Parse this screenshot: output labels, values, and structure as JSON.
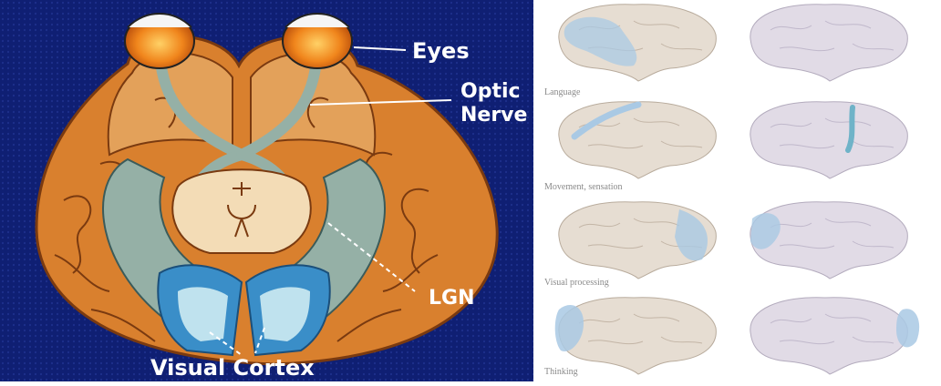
{
  "left_diagram": {
    "labels": {
      "eyes": "Eyes",
      "optic_nerve_line1": "Optic",
      "optic_nerve_line2": "Nerve",
      "lgn": "LGN",
      "visual_cortex": "Visual Cortex"
    },
    "colors": {
      "background": "#0f1f73",
      "brain": "#d9802e",
      "brain_light": "#e3a15a",
      "brainstem": "#f3dcb6",
      "tract": "#95b0a6",
      "cortex_blue": "#3a8ec8",
      "cortex_light": "#bfe2ee",
      "eye_orange": "#f0851c"
    }
  },
  "right_panel": {
    "rows": [
      {
        "label": "Language"
      },
      {
        "label": "Movement, sensation"
      },
      {
        "label": "Visual processing"
      },
      {
        "label": "Thinking"
      }
    ],
    "colors": {
      "brain_left": "#e6ddd2",
      "brain_right": "#e1dbe6",
      "highlight": "#a9c9e4",
      "label": "#8a8a8a"
    }
  }
}
